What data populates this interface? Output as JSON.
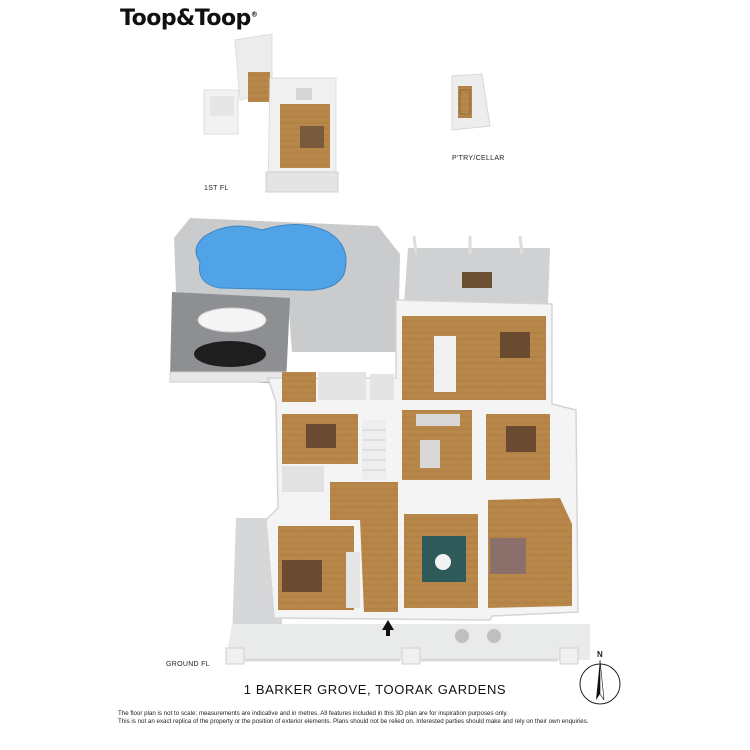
{
  "brand": {
    "logo_text": "Toop&Toop"
  },
  "levels": {
    "first_floor": "1ST FL",
    "pantry_cellar": "P'TRY/CELLAR",
    "ground_floor": "GROUND FL"
  },
  "address": "1 BARKER GROVE, TOORAK GARDENS",
  "compass": {
    "north_label": "N"
  },
  "disclaimer": {
    "line1": "The floor plan is not to scale; measurements are indicative and in metres. All features included in this 3D plan are for inspiration purposes only.",
    "line2": "This is not an exact replica of the property or the position of exterior elements. Plans should not be relied on. Interested parties should make and rely on their own enquiries."
  },
  "colors": {
    "floor_wood": "#b8874a",
    "wall": "#f4f4f4",
    "paving": "#c9cbcd",
    "pool": "#4fa3e6"
  }
}
